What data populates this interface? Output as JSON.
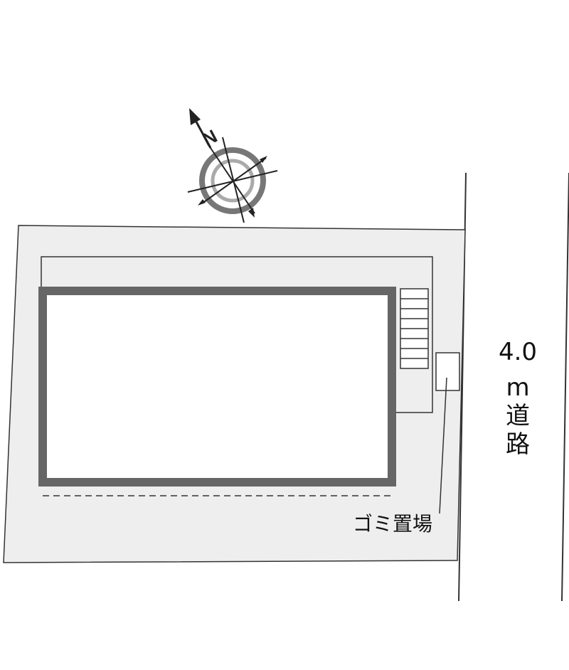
{
  "road": {
    "width_label": "4.0",
    "unit_label": "m",
    "name_char1": "道",
    "name_char2": "路"
  },
  "labels": {
    "trash_area": "ゴミ置場"
  },
  "compass": {
    "north_label": "N"
  },
  "icons": {
    "compass": "compass-rose-icon",
    "stairs": "stairs-icon"
  },
  "colors": {
    "lot_fill": "#eeeeee",
    "building_wall": "#666666",
    "line": "#333333",
    "compass_ring": "#777777",
    "compass_inner": "#aaaaaa"
  }
}
